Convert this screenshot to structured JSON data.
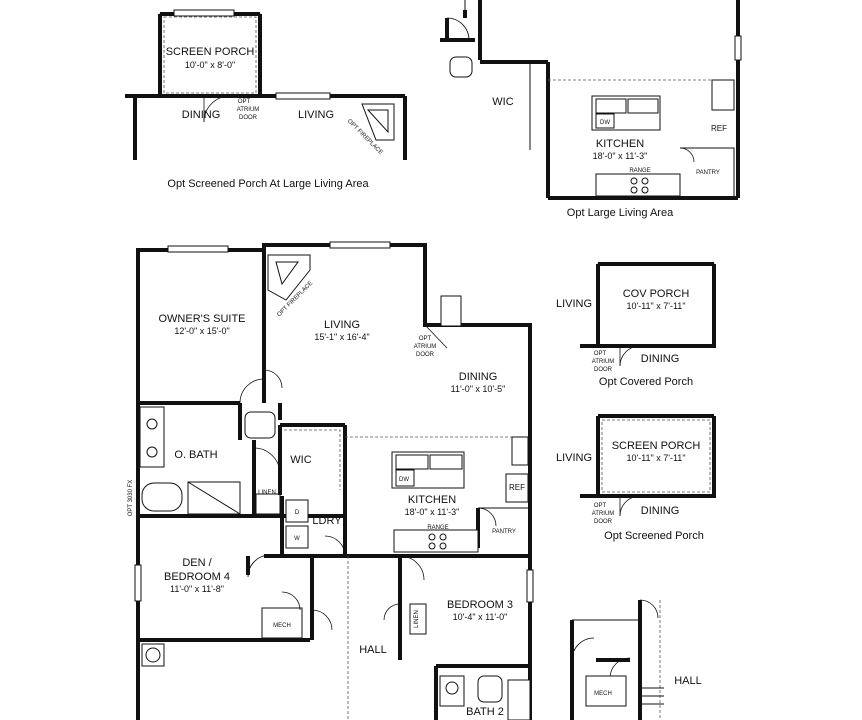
{
  "diagram": {
    "top_left": {
      "caption": "Opt Screened Porch At Large Living Area",
      "screen_porch": {
        "name": "SCREEN PORCH",
        "dim": "10'-0\" x 8'-0\""
      },
      "dining": "DINING",
      "living": "LIVING",
      "opt_atrium_door": [
        "OPT",
        "ATRIUM",
        "DOOR"
      ],
      "opt_fireplace": "OPT FIREPLACE"
    },
    "top_right": {
      "caption": "Opt Large Living Area",
      "wic": "WIC",
      "kitchen": {
        "name": "KITCHEN",
        "dim": "18'-0\" x 11'-3\""
      },
      "dw": "DW",
      "ref": "REF",
      "pantry": "PANTRY",
      "range": "RANGE"
    },
    "main_plan": {
      "owners_suite": {
        "name": "OWNER'S SUITE",
        "dim": "12'-0\" x 15'-0\""
      },
      "living": {
        "name": "LIVING",
        "dim": "15'-1\" x 16'-4\""
      },
      "opt_fireplace": "OPT FIREPLACE",
      "opt_atrium_door": [
        "OPT",
        "ATRIUM",
        "DOOR"
      ],
      "dining": {
        "name": "DINING",
        "dim": "11'-0\" x 10'-5\""
      },
      "obath": "O. BATH",
      "wic": "WIC",
      "kitchen": {
        "name": "KITCHEN",
        "dim": "18'-0\" x 11'-3\""
      },
      "dw": "DW",
      "ref": "REF",
      "pantry": "PANTRY",
      "range": "RANGE",
      "linen": "LINEN",
      "ldry": "LDRY",
      "d": "D",
      "w": "W",
      "opt_fx": "OPT 3030 FX",
      "den": {
        "name1": "DEN /",
        "name2": "BEDROOM 4",
        "dim": "11'-0\" x 11'-8\""
      },
      "mech": "MECH",
      "hall": "HALL",
      "linen2": "LINEN",
      "bedroom3": {
        "name": "BEDROOM 3",
        "dim": "10'-4\" x 11'-0\""
      },
      "bath2": "BATH 2"
    },
    "cov_porch": {
      "caption": "Opt Covered Porch",
      "living": "LIVING",
      "name": "COV PORCH",
      "dim": "10'-11\" x 7'-11\"",
      "dining": "DINING",
      "opt_atrium_door": [
        "OPT",
        "ATRIUM",
        "DOOR"
      ]
    },
    "screen_porch2": {
      "caption": "Opt Screened Porch",
      "living": "LIVING",
      "name": "SCREEN PORCH",
      "dim": "10'-11\" x 7'-11\"",
      "dining": "DINING",
      "opt_atrium_door": [
        "OPT",
        "ATRIUM",
        "DOOR"
      ]
    },
    "bottom_right": {
      "mech": "MECH",
      "hall": "HALL"
    }
  }
}
